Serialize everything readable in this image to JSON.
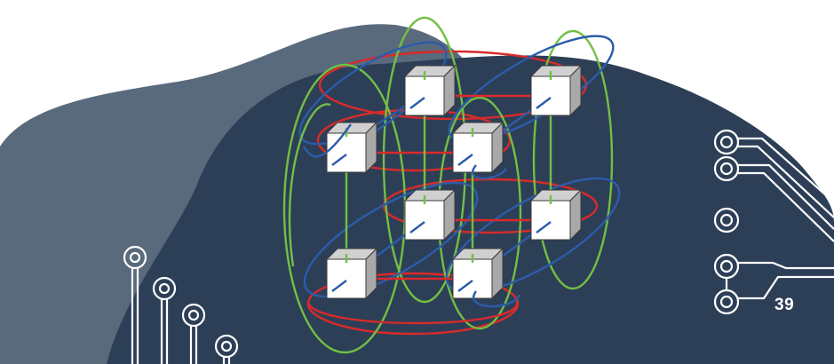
{
  "page": {
    "number": "39"
  },
  "colors": {
    "background": "#ffffff",
    "blob_light": "#5a6a7d",
    "blob_dark": "#2d3f57",
    "circuit_lines": "#ffffff",
    "cube_front": "#ffffff",
    "cube_top": "#d0d0d0",
    "cube_side": "#a9a9a9",
    "cube_stroke": "#3a3a3a",
    "link_x": "#d92a2a",
    "link_y": "#72bf44",
    "link_z": "#2b5cab"
  },
  "diagram": {
    "nodes": [
      {
        "id": "n000"
      },
      {
        "id": "n100"
      },
      {
        "id": "n010"
      },
      {
        "id": "n110"
      },
      {
        "id": "n001"
      },
      {
        "id": "n101"
      },
      {
        "id": "n011"
      },
      {
        "id": "n111"
      }
    ],
    "link_types": [
      "x-ring",
      "y-ring",
      "z-ring"
    ]
  }
}
